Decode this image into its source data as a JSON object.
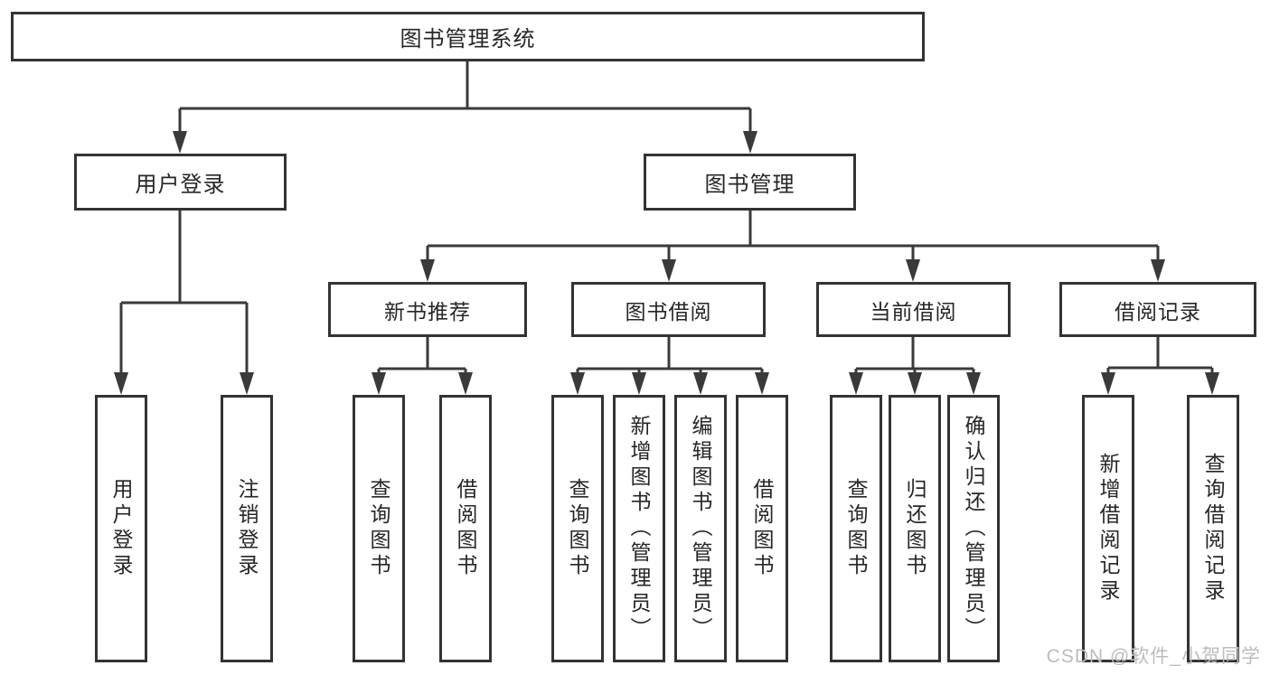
{
  "tree": {
    "label": "图书管理系统",
    "children": [
      {
        "label": "用户登录",
        "children": [
          {
            "label": "用户登录"
          },
          {
            "label": "注销登录"
          }
        ]
      },
      {
        "label": "图书管理",
        "children": [
          {
            "label": "新书推荐",
            "children": [
              {
                "label": "查询图书"
              },
              {
                "label": "借阅图书"
              }
            ]
          },
          {
            "label": "图书借阅",
            "children": [
              {
                "label": "查询图书"
              },
              {
                "label": "新增图书（管理员）"
              },
              {
                "label": "编辑图书（管理员）"
              },
              {
                "label": "借阅图书"
              }
            ]
          },
          {
            "label": "当前借阅",
            "children": [
              {
                "label": "查询图书"
              },
              {
                "label": "归还图书"
              },
              {
                "label": "确认归还（管理员）"
              }
            ]
          },
          {
            "label": "借阅记录",
            "children": [
              {
                "label": "新增借阅记录"
              },
              {
                "label": "查询借阅记录"
              }
            ]
          }
        ]
      }
    ]
  },
  "watermark": {
    "text": "CSDN @软件_小贺同学"
  },
  "colors": {
    "line": "#3a3a3a",
    "box_border": "#333333",
    "text": "#262626",
    "watermark": "#bcbcbc",
    "bg": "#ffffff"
  }
}
